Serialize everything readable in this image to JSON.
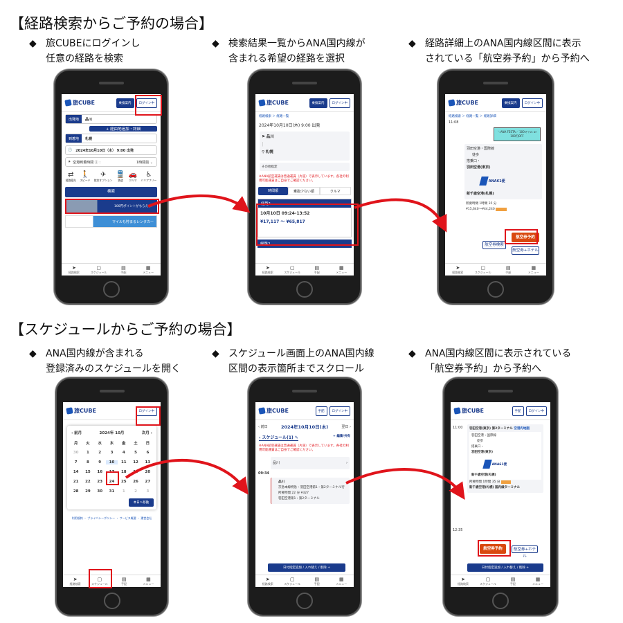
{
  "section1": {
    "title": "【経路検索からご予約の場合】",
    "steps": [
      "旅CUBEにログインし\n任意の経路を検索",
      "検索結果一覧からANA国内線が\n含まれる希望の経路を選択",
      "経路詳細上のANA国内線区間に表示\nされている「航空券予約」から予約へ"
    ]
  },
  "section2": {
    "title": "【スケジュールからご予約の場合】",
    "steps": [
      "ANA国内線が含まれる\n登録済みのスケジュールを開く",
      "スケジュール画面上のANA国内線\n区間の表示箇所までスクロール",
      "ANA国内線区間に表示されている\n「航空券予約」から予約へ"
    ]
  },
  "bullet": "◆",
  "common": {
    "logo": "旅CUBE",
    "login": "ログイン中",
    "transfer": "乗換案内",
    "arrange": "手配",
    "nav": [
      "経路検索",
      "スケジュール",
      "手配",
      "メニュー"
    ]
  },
  "phone1": {
    "from_label": "出発地",
    "from": "品川",
    "to_label": "到着地",
    "to": "札幌",
    "add_via": "+ 経由地追加・詳細",
    "date": "2024年10月10日（木） 9:00 出発",
    "airport_label": "空港到着時間 ⓘ :",
    "airport_val": "1時間前 ⌄",
    "modes": [
      "経路優先",
      "スピード",
      "航空オプション",
      "鉄道",
      "クルマ",
      "バリアフリー"
    ],
    "search": "検索",
    "banner1": "100円ポイントがもらえる！",
    "banner2": "マイルも貯まるレンタカー"
  },
  "phone2": {
    "breadcrumb": "経路検索 ＞ 経路一覧",
    "date": "2024年10月10日(木) 9:00 出発",
    "from": "品川",
    "to": "札幌",
    "other": "その他指定",
    "note": "※ANA航空運賃は普通運賃（片道）で表示しています。各社の利用可能運賃はご自身でご確認ください。",
    "tabs": [
      "時間順",
      "乗換少ない順",
      "クルマ"
    ],
    "route1": "経路1",
    "time": "10月10日 09:24-13:52",
    "price": "¥17,117 ～ ¥65,817",
    "route2": "経路2"
  },
  "phone3": {
    "breadcrumb": "経路検索 ＞ 経路一覧 ＞ 経路詳細",
    "time": "11:08",
    "promo": "＼ANA FESTA／ 100マイル or 100円OFF",
    "stop1": "羽田空港・国際線",
    "walk": "徒歩",
    "gate": "搭乗口・",
    "dep": "羽田空港(東京)",
    "flight": "ANA61便",
    "arr": "新千歳空港(札幌)",
    "duration": "所要時間 1時間 35 分",
    "price": "¥15,640～¥44,240",
    "book": "航空券予約",
    "search": "航空券検索",
    "hotel": "航空券+ホテル"
  },
  "phone4": {
    "prev": "‹ 前月",
    "month": "2024年 10月",
    "next": "次月 ›",
    "weekdays": [
      "月",
      "火",
      "水",
      "木",
      "金",
      "土",
      "日"
    ],
    "days": [
      "30",
      "1",
      "2",
      "3",
      "4",
      "5",
      "6",
      "7",
      "8",
      "9",
      "10",
      "11",
      "12",
      "13",
      "14",
      "15",
      "16",
      "17",
      "18",
      "19",
      "20",
      "21",
      "22",
      "23",
      "24",
      "25",
      "26",
      "27",
      "28",
      "29",
      "30",
      "31",
      "1",
      "2",
      "3"
    ],
    "today": "本日へ移動",
    "footer": "利用規約 ・ プライバシーポリシー ・ サービス概要 ・ 運営会社"
  },
  "phone5": {
    "prev": "‹ 前日",
    "date": "2024年10月10日(木)",
    "next": "翌日 ›",
    "schedule": "‹ スケジュール(1) ✎",
    "edit": "+ 編集/共有",
    "note": "※ANA航空運賃は普通運賃（片道）で表示しています。各社の利用可能運賃はご自身でご確認ください。",
    "place": "品川",
    "time": "09:34",
    "st1": "品川",
    "line": "京急本線特急・羽田空港第1・第2ターミナル行",
    "dur": "所要時間 22 分 ¥327",
    "st2": "羽田空港第1・第2ターミナル",
    "action": "日付指定追加 / 入れ替え / 削除 +"
  },
  "phone6": {
    "time1": "11:00",
    "terminal": "羽田空港(東京) 第2ターミナル",
    "map": "空港内地図",
    "stop1": "羽田空港・国際線",
    "walk": "徒歩",
    "gate": "搭乗口・",
    "dep": "羽田空港(東京)",
    "flight": "ANA61便",
    "arr": "新千歳空港(札幌)",
    "duration": "所要時間 1時間 35 分",
    "terminal2": "新千歳空港(札幌) 国内線ターミナル",
    "time2": "12:35",
    "book": "航空券予約",
    "hotel": "航空券+ホテル",
    "action": "日付指定追加 / 入れ替え / 削除 +"
  }
}
